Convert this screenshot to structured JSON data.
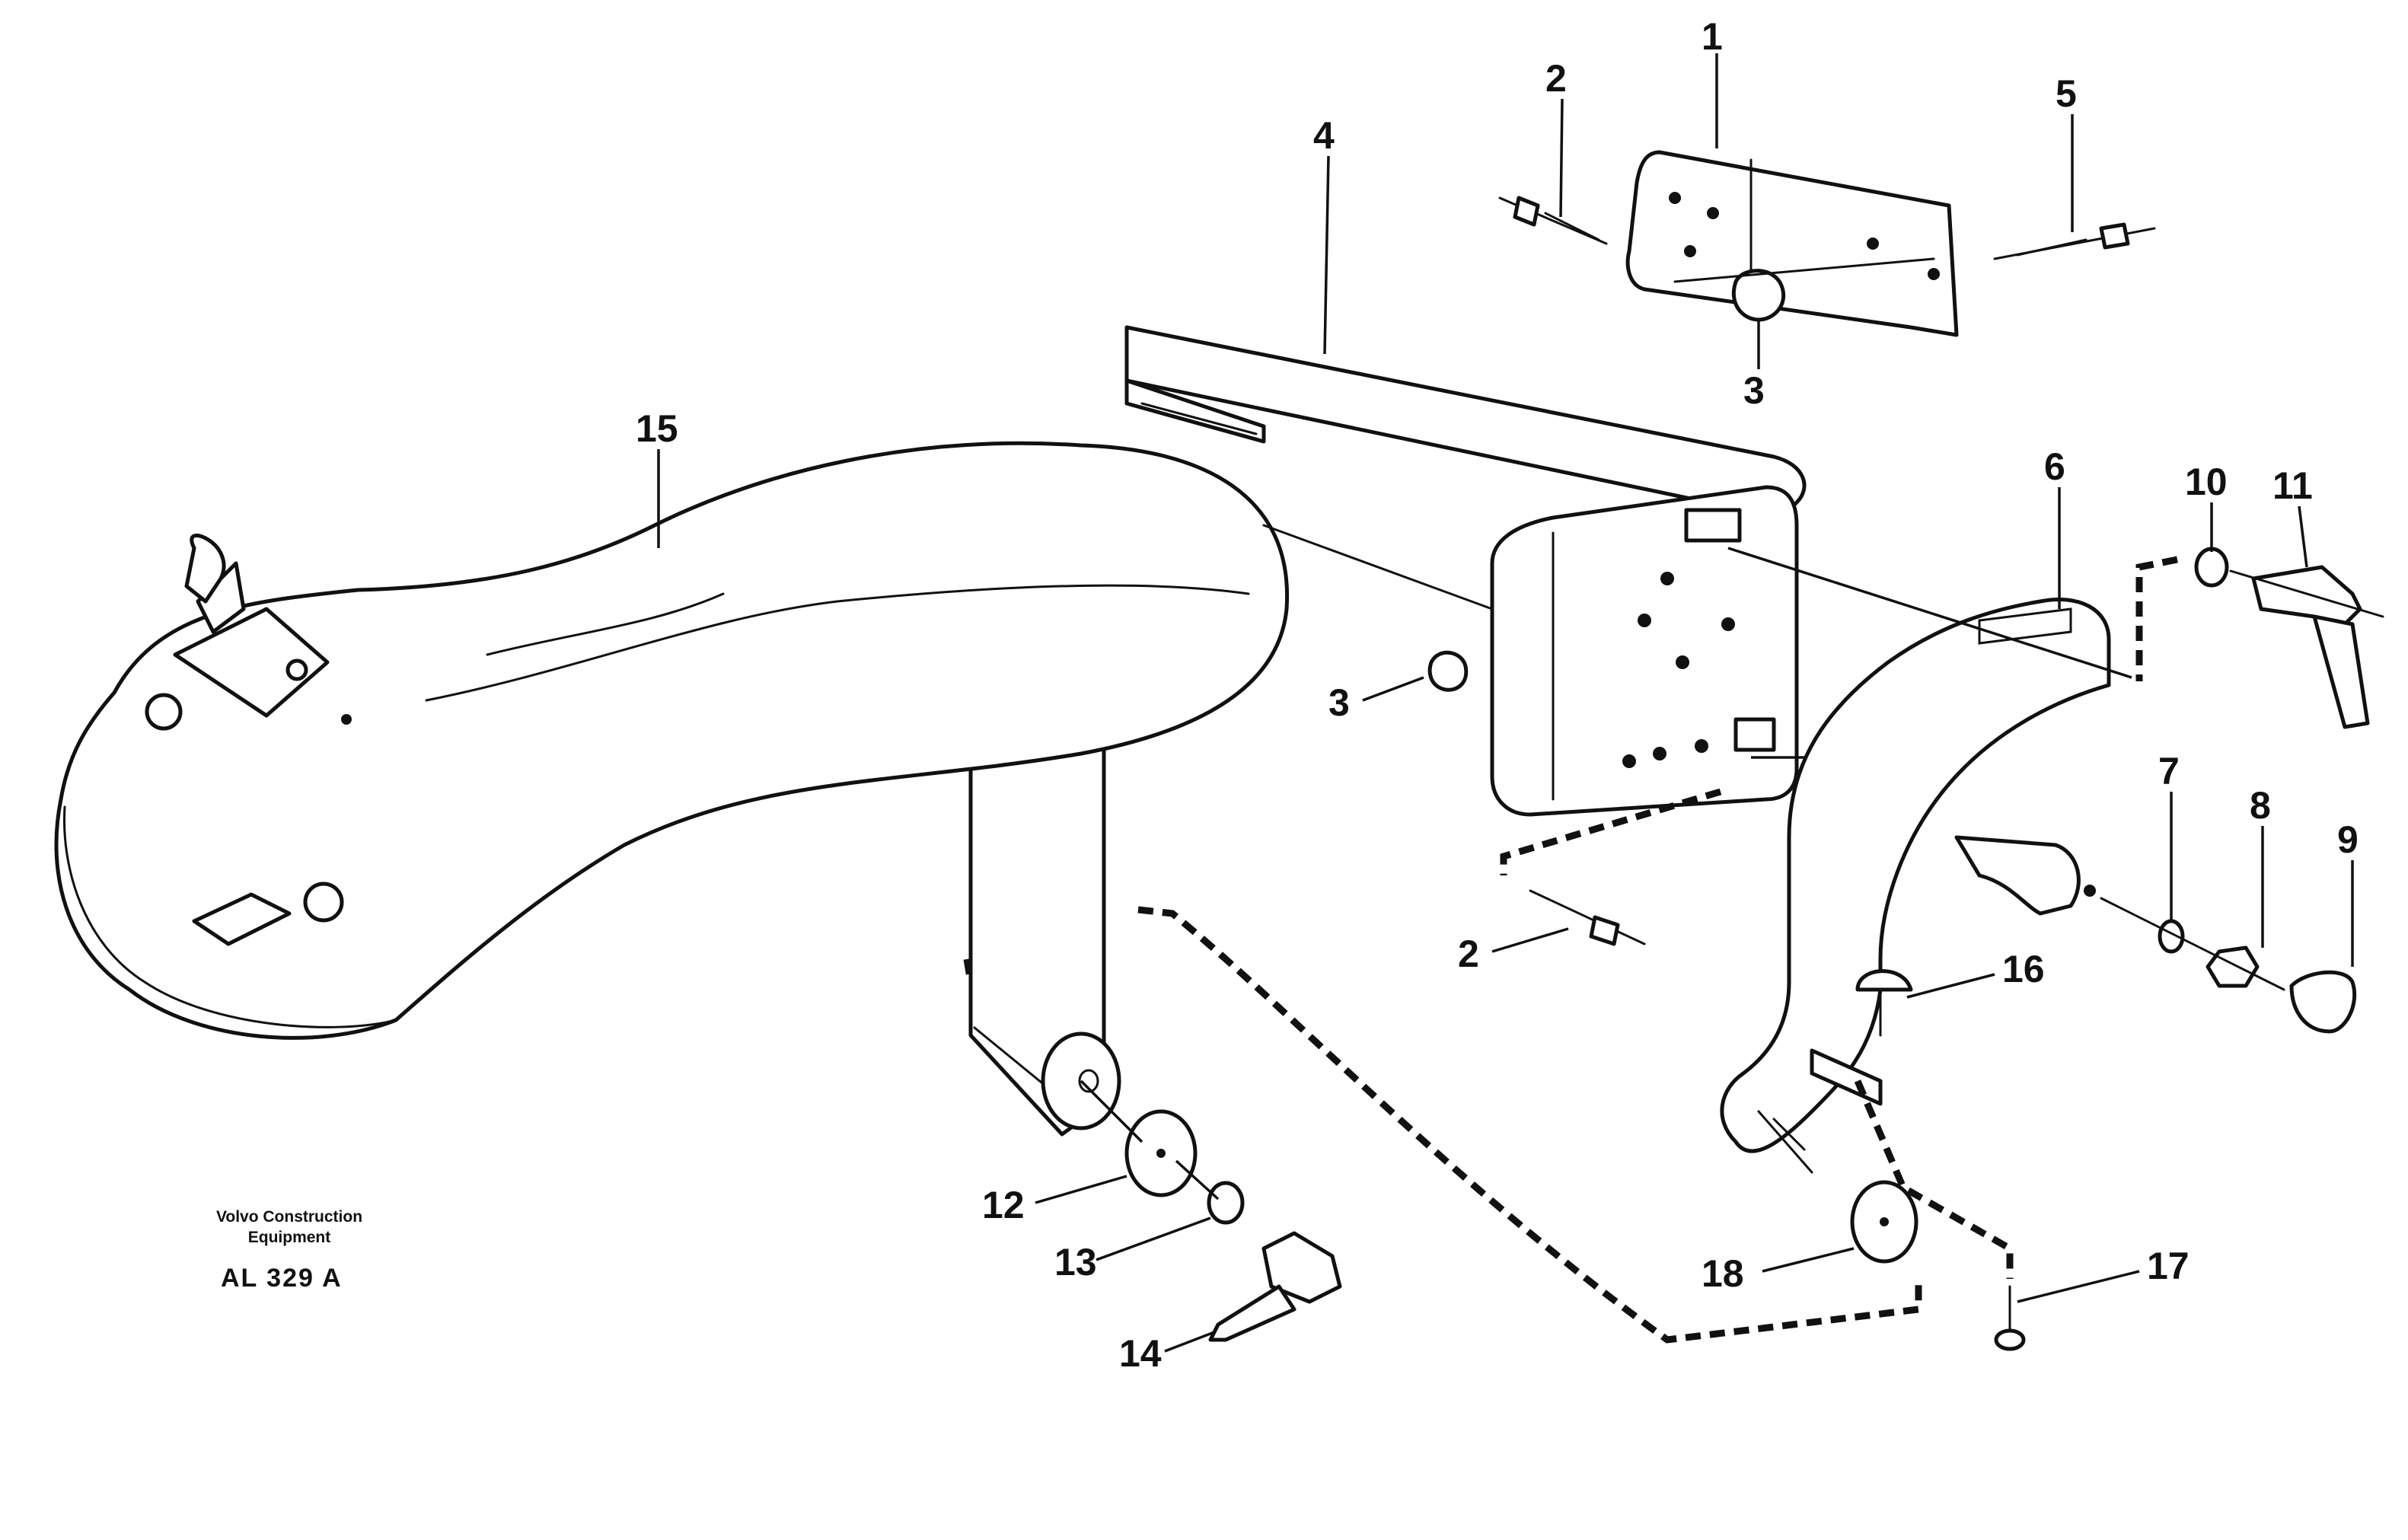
{
  "caption": {
    "line1": "Volvo Construction",
    "line2": "Equipment",
    "code": "AL  329 A"
  },
  "callouts": {
    "c1": "1",
    "c2a": "2",
    "c2b": "2",
    "c3a": "3",
    "c3b": "3",
    "c4": "4",
    "c5": "5",
    "c6": "6",
    "c7": "7",
    "c8": "8",
    "c9": "9",
    "c10": "10",
    "c11": "11",
    "c12": "12",
    "c13": "13",
    "c14": "14",
    "c15": "15",
    "c16": "16",
    "c17": "17",
    "c18": "18"
  },
  "colors": {
    "ink": "#111111",
    "paper": "#ffffff"
  }
}
